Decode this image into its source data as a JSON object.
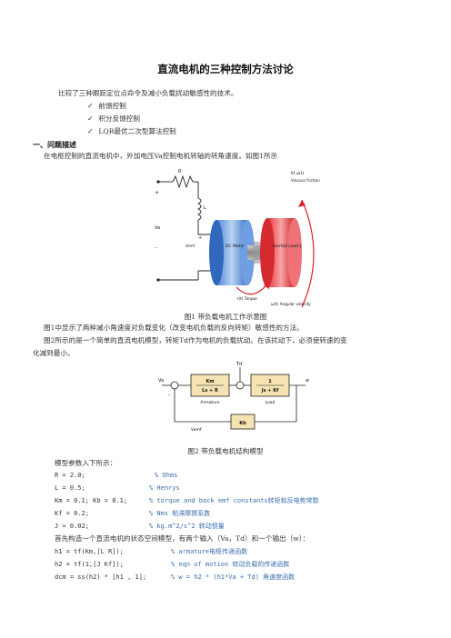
{
  "title": "直流电机的三种控制方法讨论",
  "intro": "比较了三种跟踪定位点命令及减小负载扰动敏感性的技术。",
  "bullets": [
    "前馈控制",
    "积分反馈控制",
    "LQR最优二次型算法控制"
  ],
  "section1": "一、问题描述",
  "para1": "在电枢控制的直流电机中，外加电压Va控制电机转轴的转角速度。如图1所示",
  "fig1": {
    "caption": "图1 带负载电机工作示意图",
    "labels": {
      "R": "R",
      "L": "L",
      "plus_top": "+",
      "minus": "-",
      "plus_bottom": "+",
      "Va": "Va",
      "Vemf": "Vemf",
      "motor": "DC Motor",
      "load": "Inertial Load J",
      "Kf": "Kf ω(t)",
      "friction": "Viscous friction",
      "torque": "τ(t) Torque",
      "omega": "ω(t) Angular velocity"
    }
  },
  "para2a": "图1中显示了两种减小角速度对负载变化（改变电机负载的反向转矩）敏感性的方法。",
  "para2b": "图2所示的是一个简单的直流电机模型，转矩Td作为电机的负载扰动。在该扰动下，必须使转速的变",
  "para2c": "化减到最小。",
  "fig2": {
    "caption": "图2 带负载电机结构模型",
    "labels": {
      "Td": "Td",
      "Va": "Va",
      "w": "w",
      "armature_num": "Km",
      "armature_den": "Ls + R",
      "armature": "Armature",
      "load_num": "1",
      "load_den": "Js + Kf",
      "load": "Load",
      "kb": "Kb",
      "vemf": "Vemf",
      "minus": "-"
    }
  },
  "params_intro": "模型参数入下所示：",
  "code": [
    {
      "code": "R = 2.0;",
      "comment": "% Ohms"
    },
    {
      "code": "L = 0.5;",
      "comment": "% Henrys"
    },
    {
      "code": "Km = 0.1; Kb = 0.1;",
      "comment": "% torque and back emf constants转矩和反电势常数"
    },
    {
      "code": "Kf = 0.2;",
      "comment": "% Nms 粘滞摩擦系数"
    },
    {
      "code": "J = 0.02;",
      "comment": "% kg.m^2/s^2 转动惯量"
    }
  ],
  "ss_intro": "首先构造一个直流电机的状态空间模型，有两个输入（Va，Td）和一个输出（w）：",
  "code2": [
    {
      "code": "h1 = tf(Km,[L R]);",
      "comment": "% armature电枢传递函数"
    },
    {
      "code": "h2 = tf(1,[J Kf]);",
      "comment": "% eqn of motion 转动负载的传递函数"
    },
    {
      "code": "dcm = ss(h2) * [h1 , 1];",
      "comment": "% w = h2 * (h1*Va + Td) 角速度函数"
    }
  ],
  "colors": {
    "accent_blue": "#3a6fb0",
    "motor_blue": "#2a63b8",
    "load_red": "#d8232a"
  }
}
